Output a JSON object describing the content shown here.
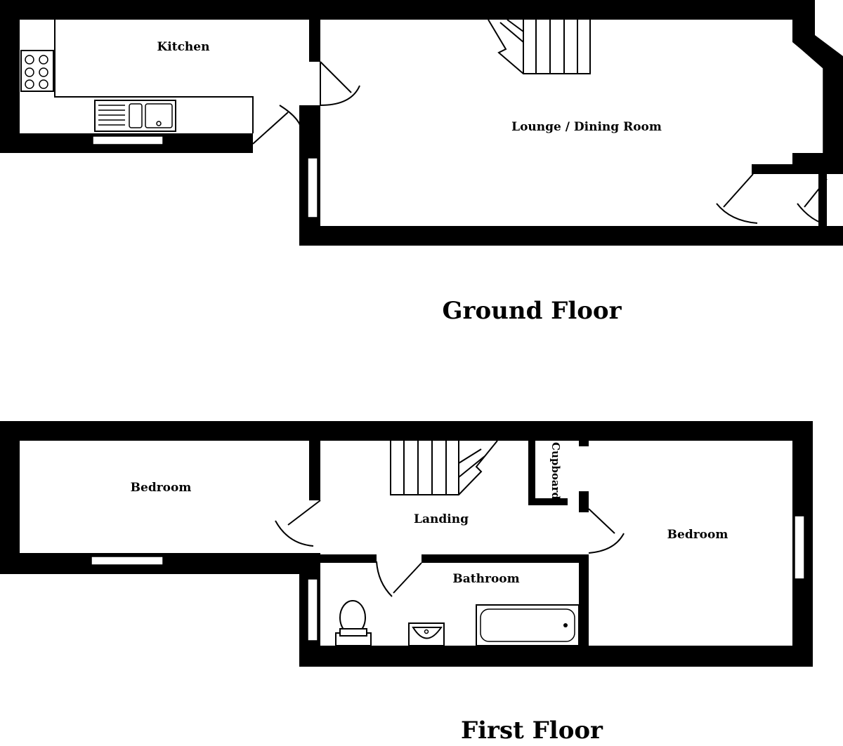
{
  "floors": [
    {
      "title": "Ground Floor",
      "rooms": [
        "Kitchen",
        "Lounge / Dining Room"
      ]
    },
    {
      "title": "First Floor",
      "rooms": [
        "Bedroom",
        "Landing",
        "Cupboard",
        "Bedroom",
        "Bathroom"
      ]
    }
  ],
  "colors": {
    "wall": "#000000",
    "background": "#ffffff"
  }
}
